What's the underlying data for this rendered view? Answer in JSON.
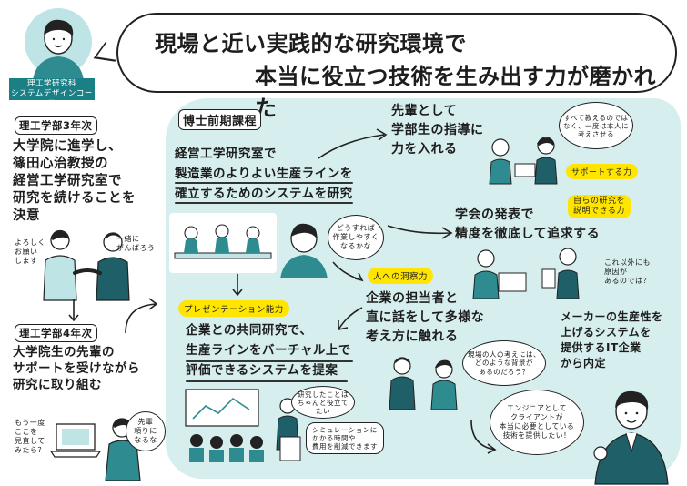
{
  "headline": {
    "line1": "現場と近い実践的な研究環境で",
    "line2": "本当に役立つ技術を生み出す力が磨かれた"
  },
  "profile_plate": {
    "line1": "理工学研究科",
    "line2": "システムデザインコース"
  },
  "left": {
    "year3_label": "理工学部3年次",
    "year3_lines": [
      "大学院に進学し、",
      "篠田心治教授の",
      "経営工学研究室で",
      "研究を続けることを",
      "決意"
    ],
    "greeting_speech": "よろしく\nお願い\nします",
    "together_speech": "一緒に\nがんばろう",
    "year4_label": "理工学部4年次",
    "year4_lines": [
      "大学院生の先輩の",
      "サポートを受けながら",
      "研究に取り組む"
    ],
    "review_speech": "もう一度\nここを\n見直して\nみたら？",
    "senpai_speech": "先輩\n頼りに\nなるな"
  },
  "panel": {
    "label": "博士前期課程",
    "research_lines": [
      "経営工学研究室で",
      "製造業のよりよい生産ラインを",
      "確立するためのシステムを研究"
    ],
    "think_speech": "どうすれば\n作業しやすく\nなるかな",
    "mentor_lines": [
      "先輩として",
      "学部生の指導に",
      "力を入れる"
    ],
    "mentor_speech": "すべて教えるのではなく、一度は本人に考えさせる",
    "support_badge": "サポートする力",
    "conf_lines": [
      "学会の発表で",
      "精度を徹底して追求する"
    ],
    "explain_badge": "自らの研究を\n説明できる力",
    "other_causes_speech": "これ以外にも\n原因が\nあるのでは？",
    "insight_badge": "人への洞察力",
    "talk_lines": [
      "企業の担当者と",
      "直に話をして多様な",
      "考え方に触れる"
    ],
    "field_speech": "現場の人の考えには、\nどのような背景が\nあるのだろう？",
    "present_badge": "プレゼンテーション能力",
    "joint_lines": [
      "企業との共同研究で、",
      "生産ラインをバーチャル上で",
      "評価できるシステムを提案"
    ],
    "useful_speech": "研究したことは\nちゃんと役立てたい",
    "sim_speech": "シミュレーションに\nかかる時間や\n費用を削減できます"
  },
  "outcome": {
    "offer_lines": [
      "メーカーの生産性を",
      "上げるシステムを",
      "提供するIT企業",
      "から内定"
    ],
    "engineer_speech": "エンジニアとして\nクライアントが\n本当に必要としている\n技術を提供したい！"
  },
  "colors": {
    "panel": "#d7eeef",
    "plate": "#1b7f86",
    "badge": "#ffe500",
    "suit": "#1f5f68"
  }
}
